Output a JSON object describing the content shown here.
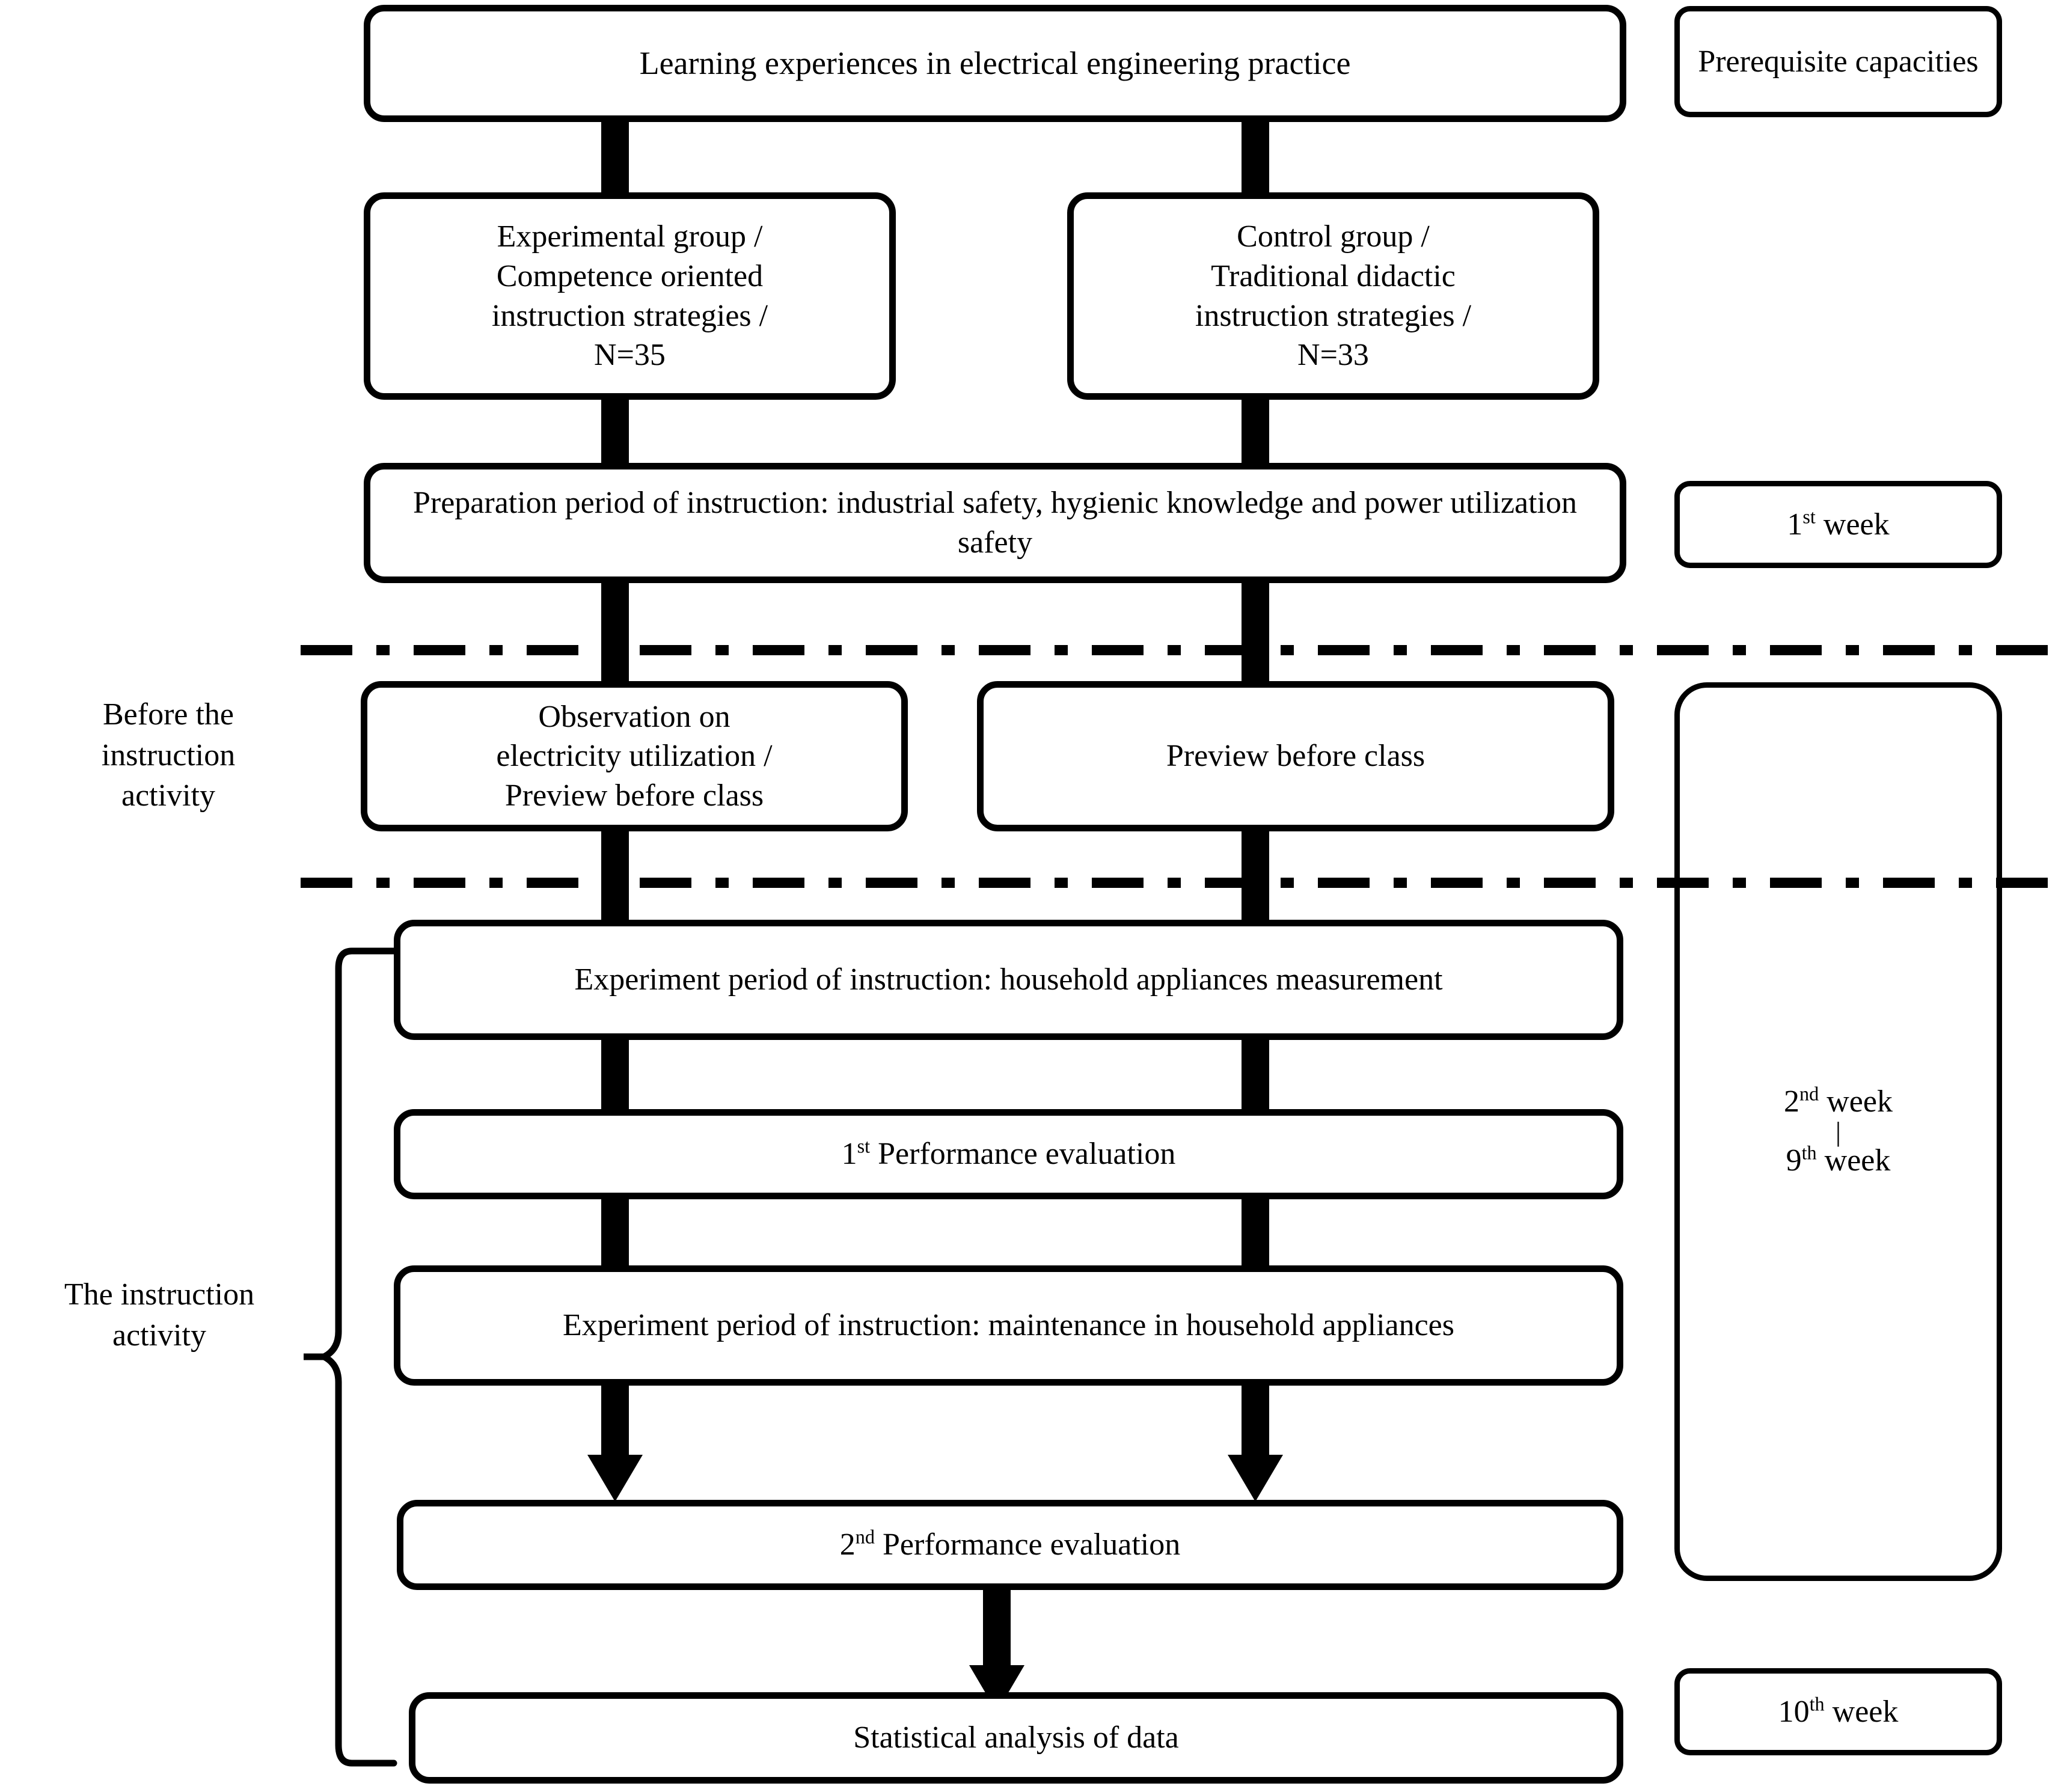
{
  "diagram": {
    "title_box": {
      "label": "Learning experiences in electrical engineering practice"
    },
    "groups": [
      {
        "label": "Experimental group /\nCompetence oriented\ninstruction strategies /\nN=35"
      },
      {
        "label": "Control group /\nTraditional didactic\ninstruction strategies /\nN=33"
      }
    ],
    "preparation_box": {
      "label": "Preparation period of instruction: industrial safety, hygienic knowledge and power utilization safety"
    },
    "pre_activity": [
      {
        "label": "Observation on\nelectricity utilization /\nPreview before class"
      },
      {
        "label": "Preview before class"
      }
    ],
    "instruction_steps": [
      {
        "label": "Experiment period of instruction: household appliances measurement"
      },
      {
        "label": "1st Performance evaluation",
        "ordinal": "1",
        "ordinal_suffix": "st",
        "rest": " Performance evaluation"
      },
      {
        "label": "Experiment period of instruction: maintenance in household appliances"
      },
      {
        "label": "2nd Performance evaluation",
        "ordinal": "2",
        "ordinal_suffix": "nd",
        "rest": " Performance evaluation"
      }
    ],
    "final_box": {
      "label": "Statistical analysis of data"
    },
    "phase_labels": [
      {
        "label": "Before the\ninstruction\nactivity"
      },
      {
        "label": "The instruction\nactivity"
      }
    ],
    "timeline": [
      {
        "label": "Prerequisite capacities"
      },
      {
        "ordinal": "1",
        "ordinal_suffix": "st",
        "rest": " week"
      },
      {
        "from_ordinal": "2",
        "from_suffix": "nd",
        "from_rest": " week",
        "separator": "|",
        "to_ordinal": "9",
        "to_suffix": "th",
        "to_rest": " week"
      },
      {
        "ordinal": "10",
        "ordinal_suffix": "th",
        "rest": " week"
      }
    ],
    "colors": {
      "stroke": "#000000",
      "fill": "#ffffff"
    }
  }
}
